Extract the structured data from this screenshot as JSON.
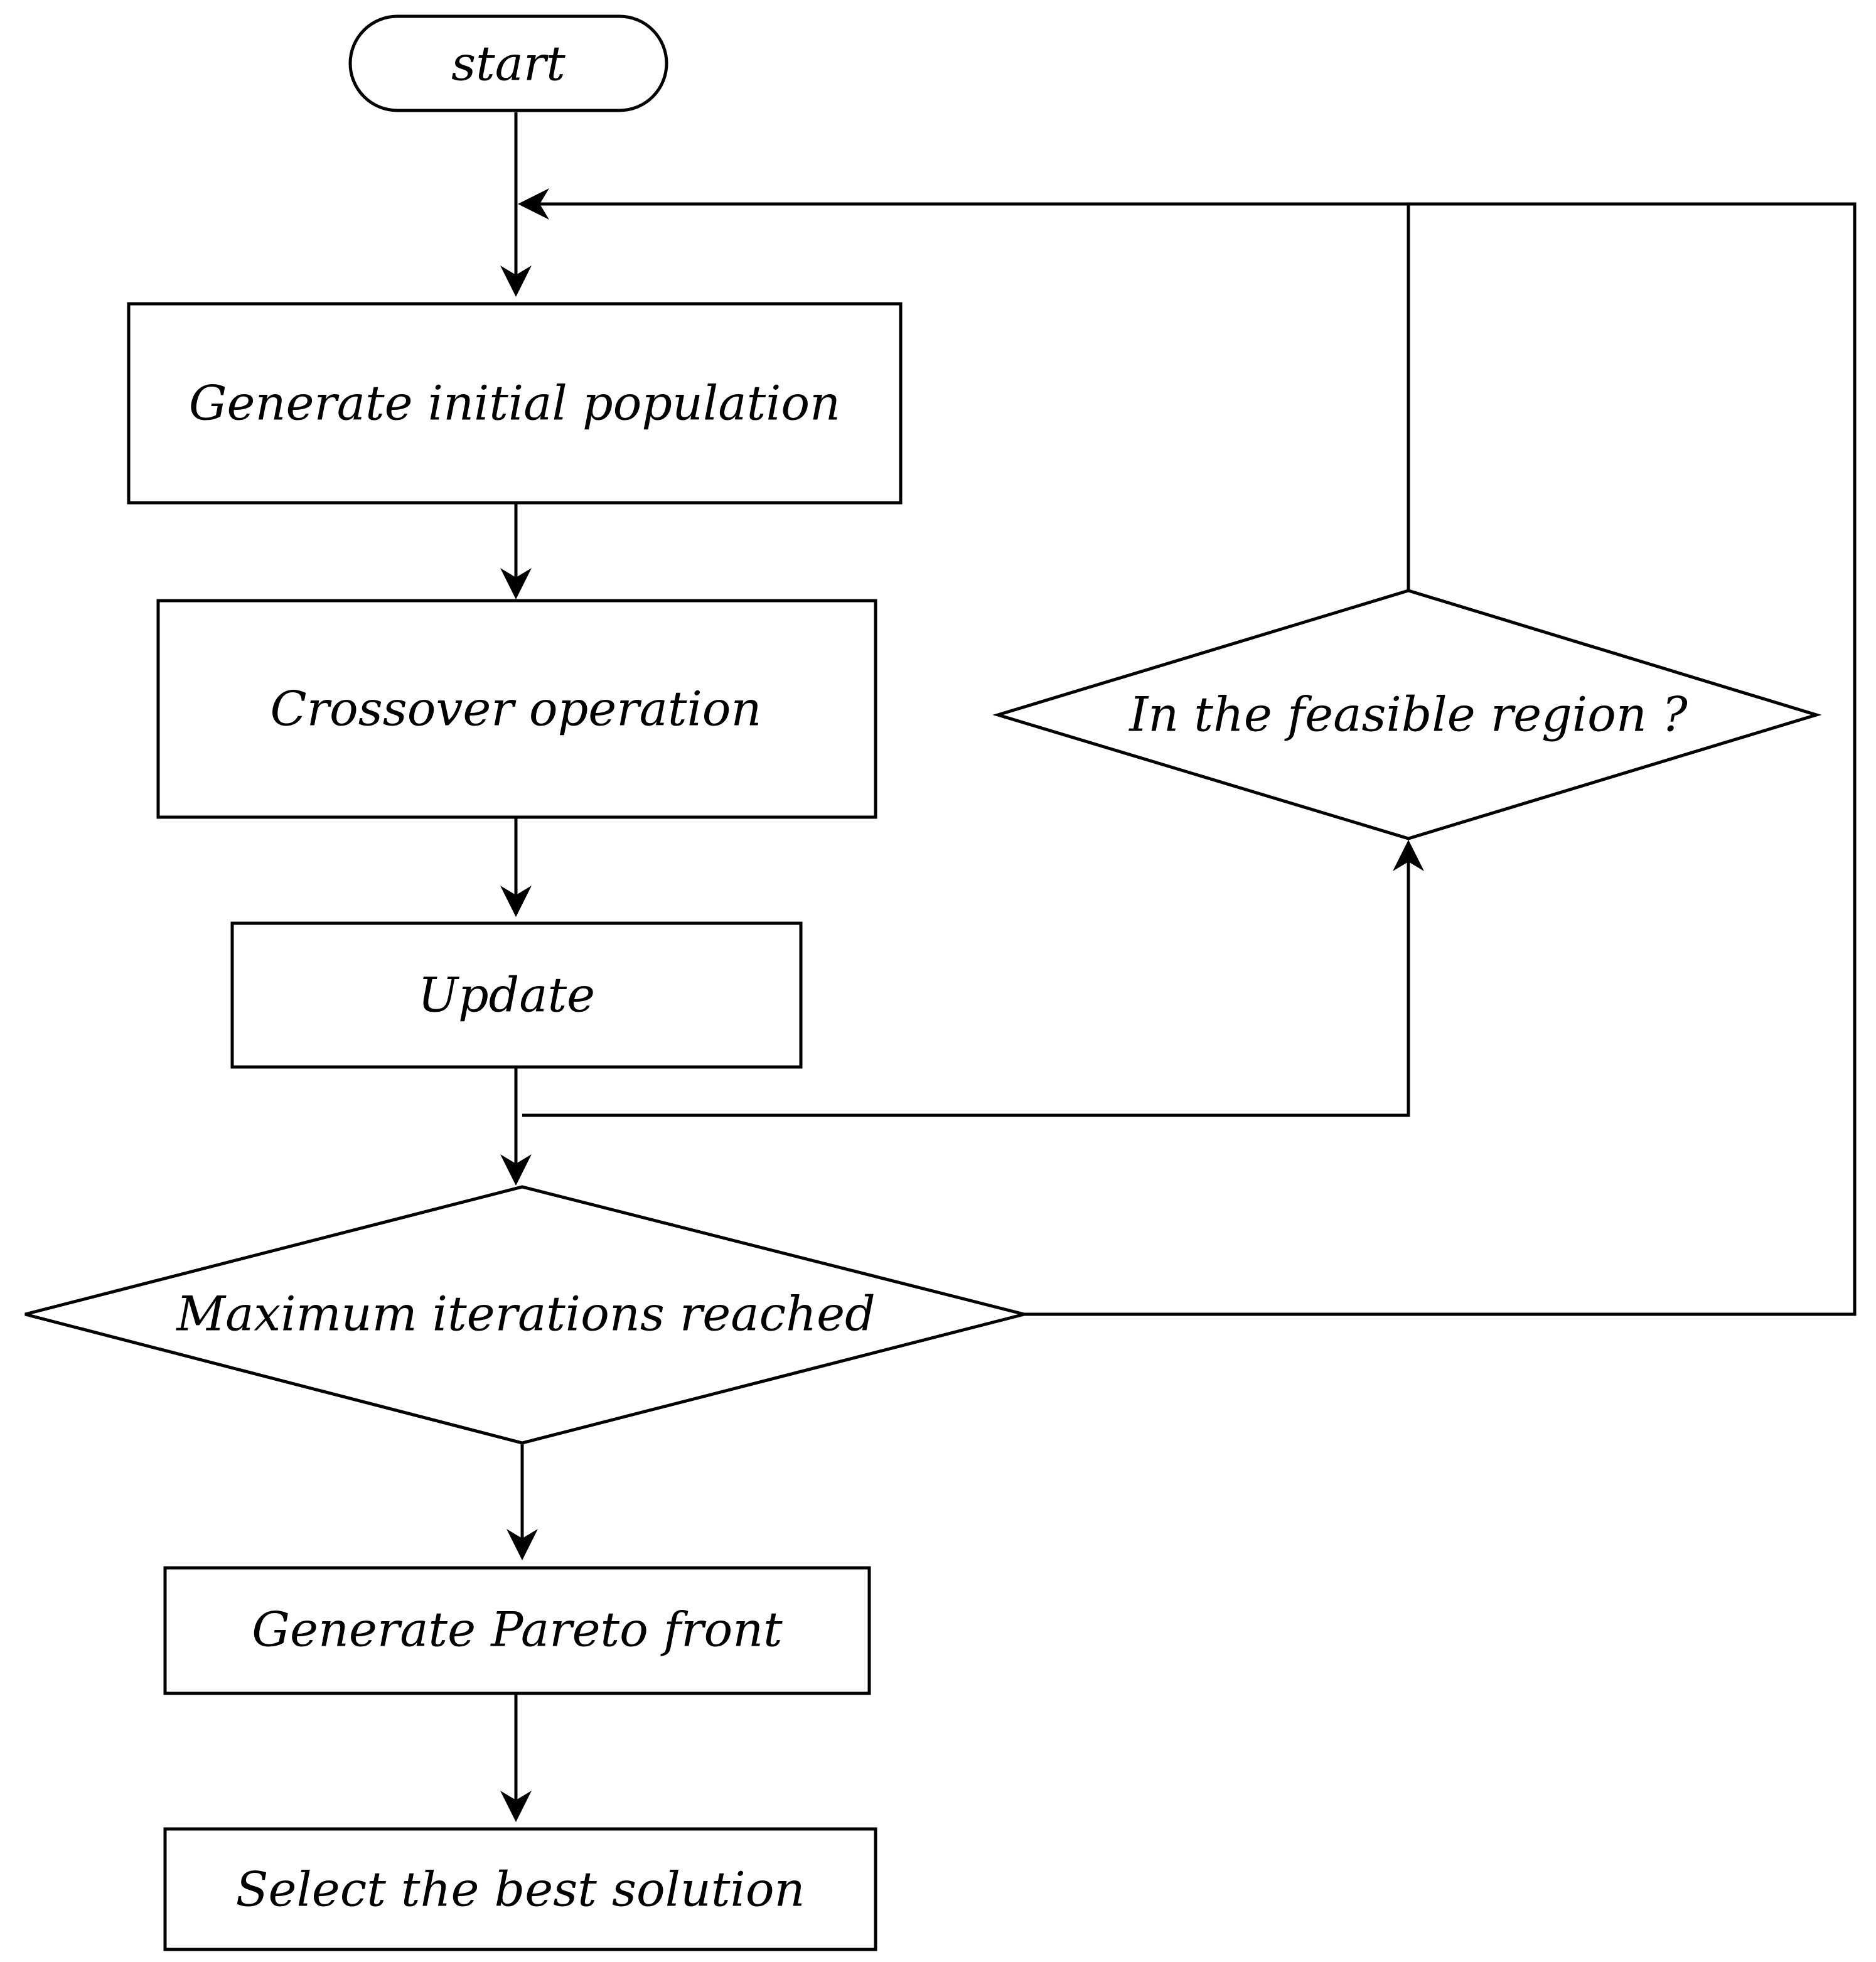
{
  "flowchart": {
    "start": "start",
    "generate_initial_population": "Generate initial population",
    "crossover_operation": "Crossover operation",
    "update": "Update",
    "max_iterations_decision": "Maximum iterations reached",
    "feasible_region_decision": "In the feasible region ?",
    "generate_pareto_front": "Generate Pareto front",
    "select_best_solution": "Select the best solution"
  }
}
